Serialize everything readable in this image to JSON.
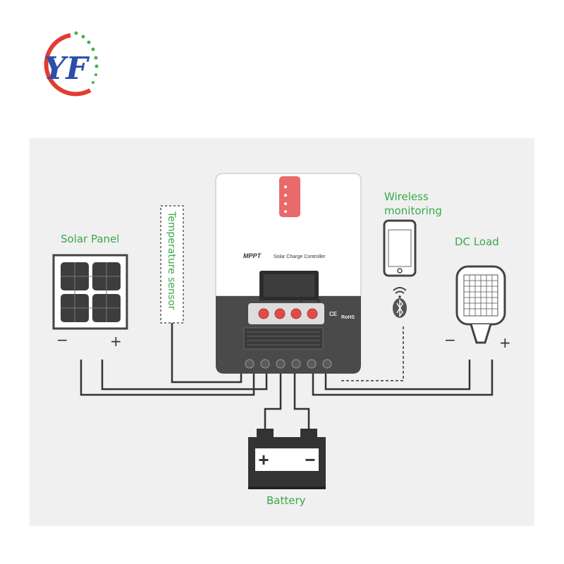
{
  "logo": {
    "text": "YF",
    "colors": {
      "red": "#e23b32",
      "blue": "#2c4fa8",
      "green": "#4caf50"
    }
  },
  "labels": {
    "solar_panel": "Solar Panel",
    "temperature_sensor": "Temperature sensor",
    "wireless_monitoring_line1": "Wireless",
    "wireless_monitoring_line2": "monitoring",
    "dc_load": "DC Load",
    "battery": "Battery"
  },
  "signs": {
    "solar_minus": "−",
    "solar_plus": "+",
    "load_minus": "−",
    "load_plus": "+",
    "battery_plus": "+",
    "battery_minus": "−"
  },
  "controller": {
    "brand": "MPPT",
    "title": "Solar Charge Controller",
    "cert_ce": "CE",
    "cert_rohs": "RoHS",
    "nav_arrows": [
      "▲",
      "▼",
      "◀",
      "▶"
    ]
  },
  "colors": {
    "accent_green": "#3aa84a",
    "controller_dark": "#4a4a4a",
    "button_red": "#e04a4a",
    "wire": "#333333"
  }
}
